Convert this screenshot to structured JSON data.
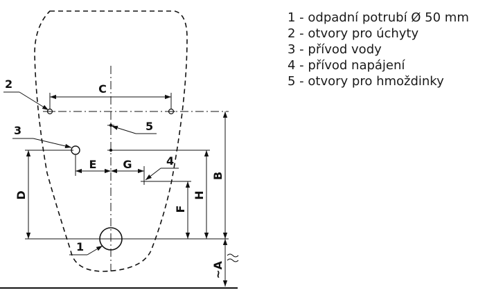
{
  "legend": [
    "1 - odpadní potrubí Ø 50 mm",
    "2 - otvory pro úchyty",
    "3 - přívod vody",
    "4 - přívod napájení",
    "5 - otvory pro hmoždinky"
  ],
  "callouts": {
    "n1": "1",
    "n2": "2",
    "n3": "3",
    "n4": "4",
    "n5": "5"
  },
  "dimensions": {
    "A": "~A",
    "B": "B",
    "C": "C",
    "D": "D",
    "E": "E",
    "F": "F",
    "G": "G",
    "H": "H"
  }
}
